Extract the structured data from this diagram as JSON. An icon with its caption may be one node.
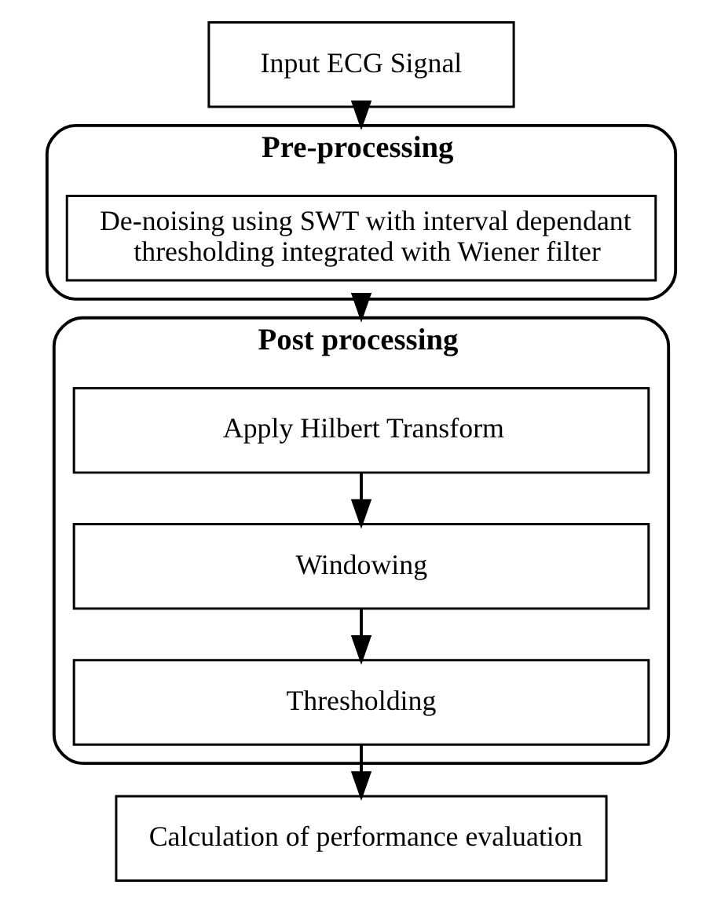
{
  "diagram": {
    "nodes": [
      {
        "text": [
          "Input ECG Signal"
        ]
      },
      {
        "text": [
          "Pre-processing"
        ]
      },
      {
        "text": [
          "De-noising using SWT with interval dependant thresholding integrated with Wiener filter"
        ],
        "in": 1
      },
      {
        "text": [
          "Post processing"
        ]
      },
      {
        "text": [
          "Apply Hilbert Transform"
        ],
        "in": 3
      },
      {
        "text": [
          "Windowing"
        ],
        "in": 3
      },
      {
        "text": [
          "Thresholding"
        ],
        "in": 3
      },
      {
        "text": [
          "Calculation of performance evaluation"
        ]
      }
    ],
    "edges": [
      {
        "from": 0,
        "to": 1,
        "arrow": "to"
      },
      {
        "from": 1,
        "to": 3,
        "arrow": "to"
      },
      {
        "from": 4,
        "to": 5,
        "arrow": "to"
      },
      {
        "from": 5,
        "to": 6,
        "arrow": "to"
      },
      {
        "from": 6,
        "to": 7,
        "arrow": "to"
      }
    ]
  }
}
